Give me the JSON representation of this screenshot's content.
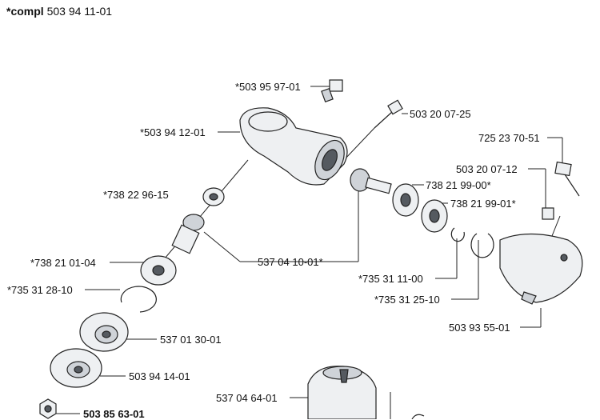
{
  "header": {
    "prefix": "*compl",
    "number": "503 94 11-01"
  },
  "labels": {
    "l_503_95_97_01": "*503 95 97-01",
    "l_503_20_07_25": "503 20 07-25",
    "l_503_94_12_01": "*503 94 12-01",
    "l_725_23_70_51": "725 23 70-51",
    "l_503_20_07_12": "503 20 07-12",
    "l_738_21_99_00": "738 21 99-00*",
    "l_738_22_96_15": "*738 22 96-15",
    "l_738_21_99_01": "738 21 99-01*",
    "l_738_21_01_04": "*738 21 01-04",
    "l_537_04_10_01": "537 04 10-01*",
    "l_735_31_11_00": "*735 31 11-00",
    "l_735_31_28_10": "*735 31 28-10",
    "l_735_31_25_10": "*735 31 25-10",
    "l_503_93_55_01": "503 93 55-01",
    "l_537_01_30_01": "537 01 30-01",
    "l_503_94_14_01": "503 94 14-01",
    "l_537_04_64_01": "537 04 64-01",
    "l_503_85_63_01": "503 85 63-01"
  }
}
